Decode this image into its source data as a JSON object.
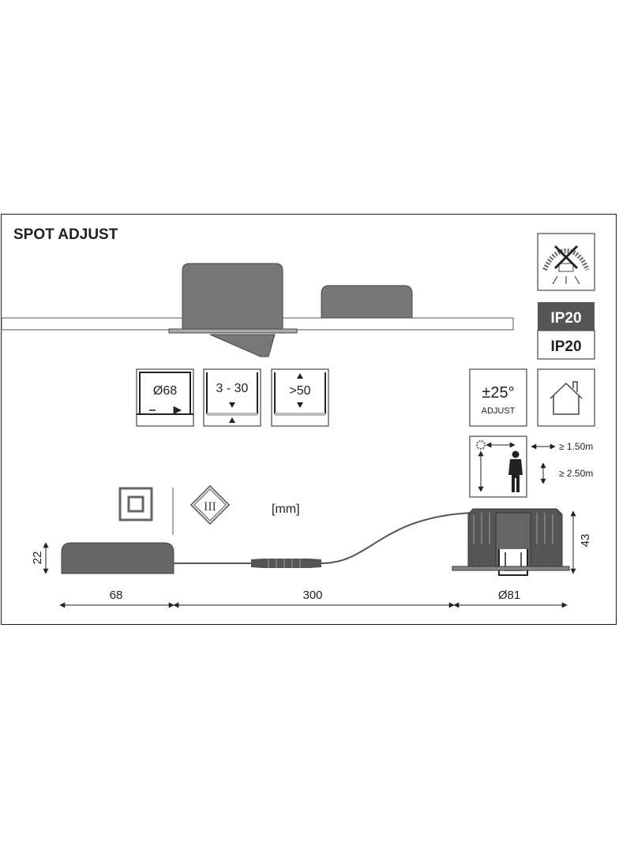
{
  "title": "SPOT ADJUST",
  "ip_ratings": {
    "top": "IP20",
    "bottom": "IP20"
  },
  "cutout": {
    "diameter": "Ø68",
    "thickness": "3 - 30",
    "depth": ">50"
  },
  "adjust": {
    "angle": "±25°",
    "label": "ADJUST"
  },
  "distances": {
    "horizontal": "≥ 1.50m",
    "vertical": "≥ 2.50m"
  },
  "protection_class": "III",
  "units": "[mm]",
  "dimensions": {
    "driver_height": "22",
    "driver_length": "68",
    "cable_length": "300",
    "spot_diameter": "Ø81",
    "spot_height": "43"
  },
  "icons": [
    "no-insulation-cover-icon",
    "indoor-house-icon",
    "double-insulation-icon",
    "protection-class-iii-icon",
    "person-distance-icon"
  ]
}
